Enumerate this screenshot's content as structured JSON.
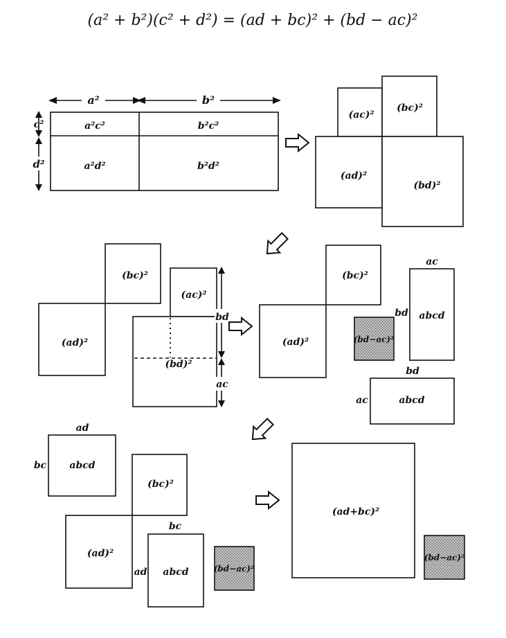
{
  "equation": "(a² + b²)(c² + d²)  =  (ad + bc)² + (bd − ac)²",
  "colors": {
    "ink": "#111111",
    "shade": "#9a9a9a",
    "background": "#ffffff"
  },
  "step1": {
    "width_a": "a²",
    "width_b": "b²",
    "height_c": "c²",
    "height_d": "d²",
    "cell_a2c2": "a²c²",
    "cell_b2c2": "b²c²",
    "cell_a2d2": "a²d²",
    "cell_b2d2": "b²d²"
  },
  "step2": {
    "ac_sq": "(ac)²",
    "bc_sq": "(bc)²",
    "ad_sq": "(ad)²",
    "bd_sq": "(bd)²"
  },
  "step3_left": {
    "bc_sq": "(bc)²",
    "ad_sq": "(ad)²",
    "ac_sq": "(ac)²",
    "bd_sq": "(bd)²",
    "dim_bd": "bd",
    "dim_ac": "ac"
  },
  "step3_right": {
    "bc_sq": "(bc)²",
    "ad_sq": "(ad)²",
    "diff_sq": "(bd−ac)²",
    "rect1_top": "ac",
    "rect1_side": "bd",
    "rect1_label": "abcd",
    "rect2_top": "bd",
    "rect2_side": "ac",
    "rect2_label": "abcd"
  },
  "step4_left": {
    "rect_top": "ad",
    "rect_side": "bc",
    "rect_label": "abcd",
    "bc_sq": "(bc)²",
    "ad_sq": "(ad)²",
    "rect2_top": "bc",
    "rect2_side": "ad",
    "rect2_label": "abcd",
    "diff_sq": "(bd−ac)²"
  },
  "step4_right": {
    "sum_sq": "(ad+bc)²",
    "diff_sq": "(bd−ac)²"
  }
}
